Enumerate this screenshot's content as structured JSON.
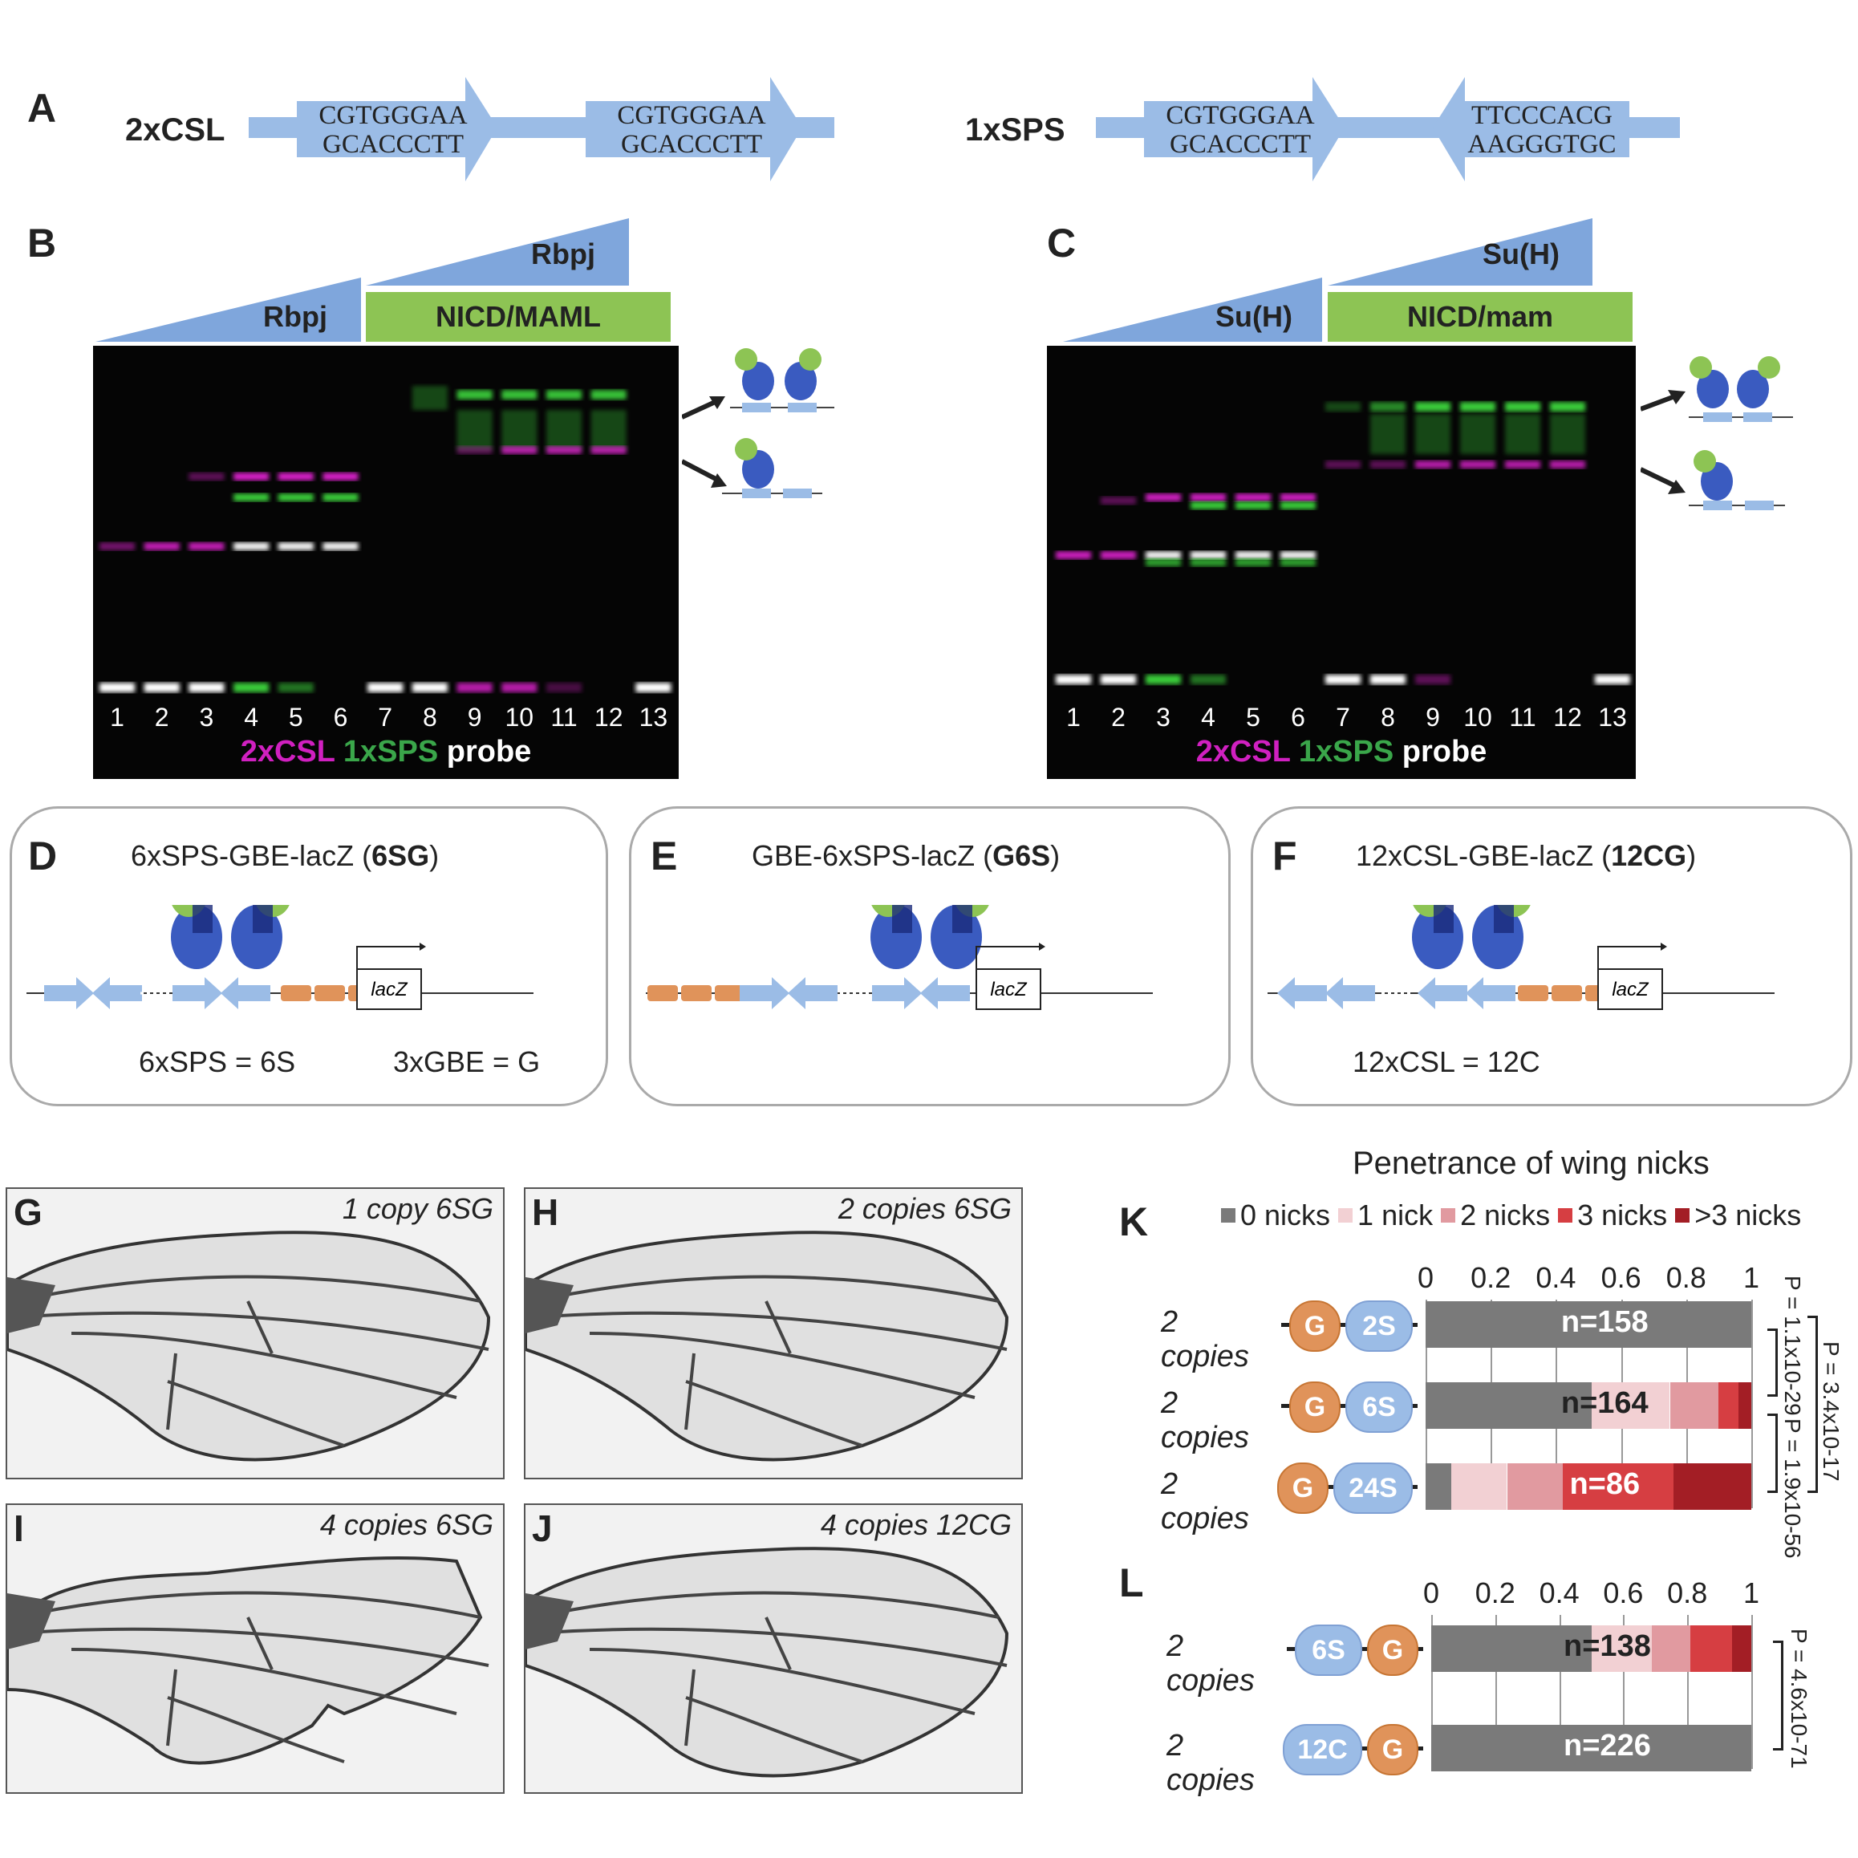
{
  "panels": {
    "A": "A",
    "B": "B",
    "C": "C",
    "D": "D",
    "E": "E",
    "F": "F",
    "G": "G",
    "H": "H",
    "I": "I",
    "J": "J",
    "K": "K",
    "L": "L"
  },
  "panel_a": {
    "left": {
      "name": "2xCSL",
      "sites": [
        {
          "top": "CGTGGGAA",
          "bottom": "GCACCCTT",
          "dir": "right"
        },
        {
          "top": "CGTGGGAA",
          "bottom": "GCACCCTT",
          "dir": "right"
        }
      ]
    },
    "right": {
      "name": "1xSPS",
      "sites": [
        {
          "top": "CGTGGGAA",
          "bottom": "GCACCCTT",
          "dir": "right"
        },
        {
          "top": "TTCCCACG",
          "bottom": "AAGGGTGC",
          "dir": "left"
        }
      ]
    }
  },
  "gel_b": {
    "protein": "Rbpj",
    "complex": "NICD/MAML",
    "lanes": [
      "1",
      "2",
      "3",
      "4",
      "5",
      "6",
      "7",
      "8",
      "9",
      "10",
      "11",
      "12",
      "13"
    ],
    "probe": {
      "p1": "2xCSL",
      "p2": "1xSPS",
      "p3": "probe"
    }
  },
  "gel_c": {
    "protein": "Su(H)",
    "complex": "NICD/mam",
    "lanes": [
      "1",
      "2",
      "3",
      "4",
      "5",
      "6",
      "7",
      "8",
      "9",
      "10",
      "11",
      "12",
      "13"
    ],
    "probe": {
      "p1": "2xCSL",
      "p2": "1xSPS",
      "p3": "probe"
    }
  },
  "construct_d": {
    "title_pre": "6xSPS-GBE-lacZ (",
    "title_bold": "6SG",
    "title_post": ")",
    "reporter": "lacZ",
    "note1": "6xSPS = 6S",
    "note2": "3xGBE = G"
  },
  "construct_e": {
    "title_pre": "GBE-6xSPS-lacZ (",
    "title_bold": "G6S",
    "title_post": ")",
    "reporter": "lacZ"
  },
  "construct_f": {
    "title_pre": "12xCSL-GBE-lacZ (",
    "title_bold": "12CG",
    "title_post": ")",
    "reporter": "lacZ",
    "note1": "12xCSL = 12C"
  },
  "wings": [
    {
      "label": "G",
      "caption": "1 copy 6SG"
    },
    {
      "label": "H",
      "caption": "2 copies 6SG"
    },
    {
      "label": "I",
      "caption": "4 copies 6SG"
    },
    {
      "label": "J",
      "caption": "4 copies 12CG"
    }
  ],
  "colors": {
    "blue": "#9bbce6",
    "orange": "#e0935a",
    "green": "#8dc454",
    "magenta": "#d020c0",
    "gray0": "#7a7a7a",
    "nick1": "#f2d0d3",
    "nick2": "#e19aa0",
    "nick3": "#d63e42",
    "nick4": "#a31e25"
  },
  "chart_data": [
    {
      "type": "bar",
      "orientation": "horizontal",
      "stacked": true,
      "title": "Penetrance of wing nicks",
      "legend": [
        "0 nicks",
        "1 nick",
        "2 nicks",
        "3 nicks",
        ">3 nicks"
      ],
      "legend_position": "top",
      "xlim": [
        0,
        1
      ],
      "xticks": [
        "0",
        "0.2",
        "0.4",
        "0.6",
        "0.8",
        "1"
      ],
      "grid": true,
      "categories": [
        {
          "label": "2 copies",
          "c1": "G",
          "c2": "2S",
          "n": "n=158"
        },
        {
          "label": "2 copies",
          "c1": "G",
          "c2": "6S",
          "n": "n=164"
        },
        {
          "label": "2 copies",
          "c1": "G",
          "c2": "24S",
          "n": "n=86"
        }
      ],
      "series": [
        {
          "name": "0 nicks",
          "values": [
            1.0,
            0.51,
            0.08
          ]
        },
        {
          "name": "1 nick",
          "values": [
            0,
            0.24,
            0.17
          ]
        },
        {
          "name": "2 nicks",
          "values": [
            0,
            0.15,
            0.17
          ]
        },
        {
          "name": "3 nicks",
          "values": [
            0,
            0.06,
            0.34
          ]
        },
        {
          "name": ">3 nicks",
          "values": [
            0,
            0.04,
            0.24
          ]
        }
      ],
      "pvalues": [
        "P = 1.1x10-29",
        "P = 1.9x10-56",
        "P = 3.4x10-17"
      ]
    },
    {
      "type": "bar",
      "orientation": "horizontal",
      "stacked": true,
      "xlim": [
        0,
        1
      ],
      "xticks": [
        "0",
        "0.2",
        "0.4",
        "0.6",
        "0.8",
        "1"
      ],
      "grid": true,
      "categories": [
        {
          "label": "2 copies",
          "c1": "6S",
          "c2": "G",
          "n": "n=138"
        },
        {
          "label": "2 copies",
          "c1": "12C",
          "c2": "G",
          "n": "n=226"
        }
      ],
      "series": [
        {
          "name": "0 nicks",
          "values": [
            0.5,
            1.0
          ]
        },
        {
          "name": "1 nick",
          "values": [
            0.19,
            0
          ]
        },
        {
          "name": "2 nicks",
          "values": [
            0.12,
            0
          ]
        },
        {
          "name": "3 nicks",
          "values": [
            0.13,
            0
          ]
        },
        {
          "name": ">3 nicks",
          "values": [
            0.06,
            0
          ]
        }
      ],
      "pvalues": [
        "P = 4.6x10-71"
      ]
    }
  ]
}
